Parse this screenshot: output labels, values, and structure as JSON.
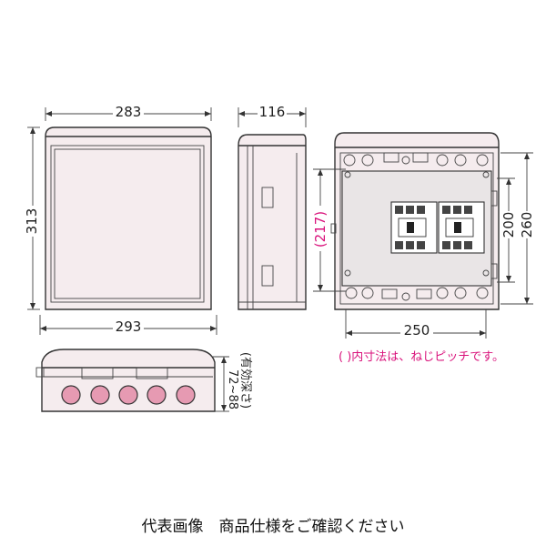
{
  "dimensions": {
    "front_width": "283",
    "front_height": "313",
    "bottom_width": "293",
    "side_depth": "116",
    "rear_pitch_height": "(217)",
    "rear_inner_height": "200",
    "rear_outer_height": "260",
    "rear_width": "250",
    "effective_depth": "72~88",
    "effective_depth_note": "(有効深さ)"
  },
  "notes": {
    "screw_pitch": "( )内寸法は、ねじピッチです。"
  },
  "caption": "代表画像　商品仕様をご確認ください",
  "colors": {
    "accent_text": "#d9127b",
    "knockout_hole": "#e69ab2",
    "box_face": "#f5ecee"
  }
}
